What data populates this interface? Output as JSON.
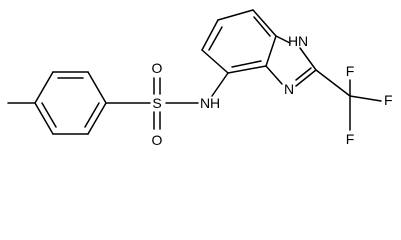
{
  "diagram": {
    "atoms": {
      "sulfur": "S",
      "oxygen_top": "O",
      "oxygen_bottom": "O",
      "amide_nitrogen": "N",
      "amide_hydrogen": "H",
      "imidazole_nh_hydrogen": "H",
      "imidazole_nh_nitrogen": "N",
      "imidazole_n": "N",
      "fluorine_top": "F",
      "fluorine_right": "F",
      "fluorine_bottom": "F"
    },
    "colors": {
      "bond": "#000000",
      "text": "#000000",
      "background": "#ffffff"
    }
  }
}
